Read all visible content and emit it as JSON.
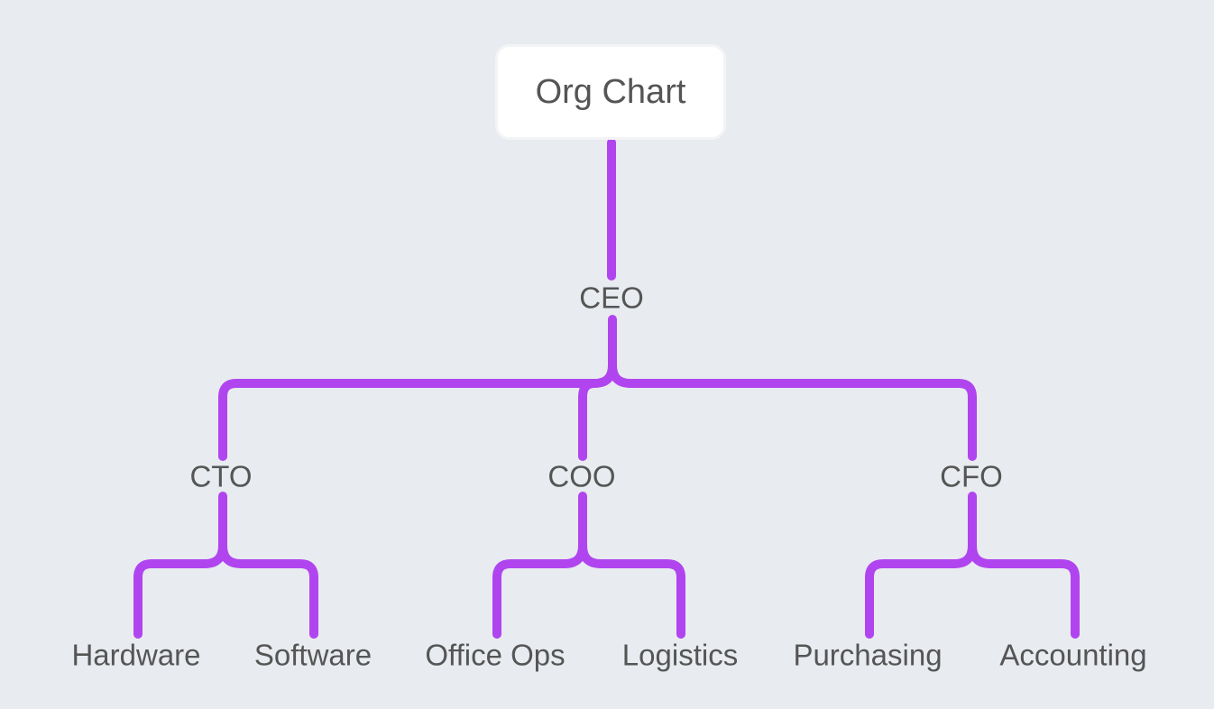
{
  "root": {
    "label": "Org Chart"
  },
  "ceo": {
    "label": "CEO"
  },
  "executives": [
    {
      "label": "CTO",
      "reports": [
        "Hardware",
        "Software"
      ]
    },
    {
      "label": "COO",
      "reports": [
        "Office Ops",
        "Logistics"
      ]
    },
    {
      "label": "CFO",
      "reports": [
        "Purchasing",
        "Accounting"
      ]
    }
  ],
  "colors": {
    "connector": "#b045ef",
    "background": "#e8ebef",
    "text": "#555555",
    "root_box": "#ffffff"
  }
}
